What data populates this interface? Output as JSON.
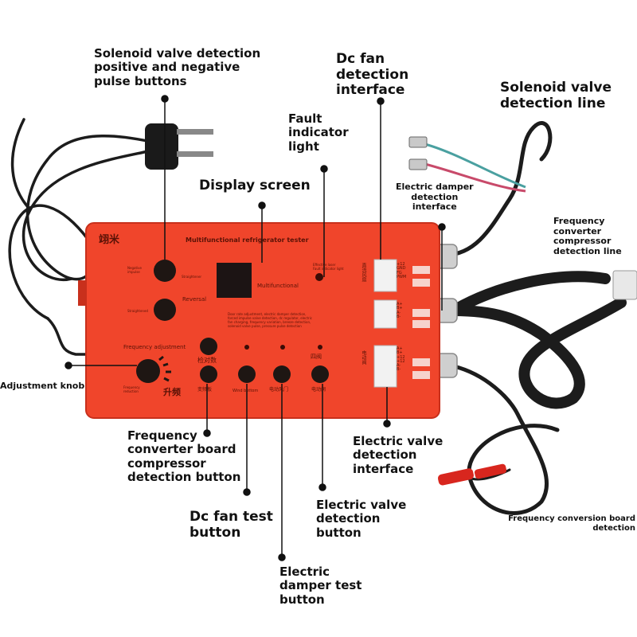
{
  "labels": {
    "solenoid_buttons": "Solenoid valve detection\npositive and negative\npulse buttons",
    "dc_fan_interface": "Dc fan\ndetection\ninterface",
    "solenoid_line": "Solenoid valve\ndetection line",
    "fault_light": "Fault\nindicator\nlight",
    "display_screen": "Display screen",
    "damper_interface": "Electric damper\ndetection\ninterface",
    "freq_compressor_line": "Frequency\nconverter\ncompressor\ndetection line",
    "adjustment_knob": "Adjustment knob",
    "freq_board_button": "Frequency\nconverter board\ncompressor\ndetection button",
    "valve_interface": "Electric valve\ndetection\ninterface",
    "dc_fan_button": "Dc fan test\nbutton",
    "valve_button": "Electric valve\ndetection\nbutton",
    "damper_button": "Electric\ndamper test\nbutton",
    "freq_board_line": "Frequency conversion board\ndetection"
  },
  "panel": {
    "brand": "翊米",
    "title": "Multifunctional refrigerator tester",
    "multifunctional": "Multifunctional",
    "fault_text": "Effective laser\nFault indicator light",
    "negative": "Negative\nimpulse",
    "reversal": "Reversal",
    "straightener": "Straightener",
    "positive": "Straightened",
    "freq_adjust": "Frequency adjustment",
    "freq_reduce": "Frequency\nreduction",
    "sheng_pin": "升频",
    "jian_dui_shu": "检对数",
    "si_fa": "四阀",
    "freq_board": "变频板",
    "wind_bottom": "Wind bottom",
    "damper_cn": "电动风门",
    "valve_cn": "电动阀",
    "port1_cn": "直流风扇",
    "port3_cn": "电动阀",
    "port1_pins": "+12\nGND\nFG\nPWM",
    "port2_pins": "A+\nB+\nA-\nB-",
    "port3_pins": "A+\nB+\n+12\n+12\nA-\nB-",
    "description": "Door rate adjustment, electric damper detection,\nforced impulse valve detection, dc regulator, electric\nfan charging, frequency variation, breeze detection,\nsolenoid valve pulse, pressure pulse detection"
  },
  "colors": {
    "panel": "#f0452b",
    "panel_edge": "#c8301c",
    "button": "#1e1613",
    "cable": "#1c1c1c",
    "clip": "#d8261e"
  }
}
